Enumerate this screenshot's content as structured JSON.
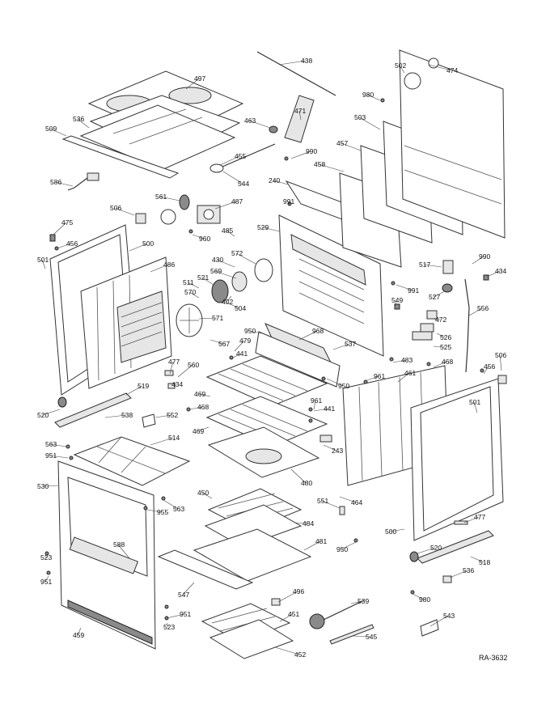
{
  "diagram": {
    "reference_code": "RA-3632",
    "callouts": [
      "438",
      "474",
      "502",
      "497",
      "980",
      "471",
      "503",
      "536",
      "463",
      "509",
      "455",
      "457",
      "990",
      "458",
      "544",
      "240",
      "586",
      "561",
      "487",
      "991",
      "506",
      "475",
      "485",
      "529",
      "456",
      "960",
      "500",
      "501",
      "572",
      "486",
      "430",
      "569",
      "511",
      "521",
      "570",
      "402",
      "504",
      "571",
      "517",
      "990",
      "434",
      "991",
      "549",
      "527",
      "472",
      "556",
      "567",
      "950",
      "968",
      "526",
      "479",
      "537",
      "525",
      "441",
      "477",
      "560",
      "483",
      "468",
      "506",
      "434",
      "456",
      "950",
      "961",
      "461",
      "469",
      "519",
      "468",
      "441",
      "961",
      "520",
      "538",
      "552",
      "501",
      "469",
      "243",
      "563",
      "514",
      "951",
      "480",
      "530",
      "450",
      "563",
      "551",
      "464",
      "955",
      "477",
      "484",
      "588",
      "481",
      "500",
      "520",
      "950",
      "523",
      "518",
      "536",
      "951",
      "547",
      "496",
      "539",
      "980",
      "951",
      "451",
      "523",
      "459",
      "543",
      "545",
      "452"
    ]
  }
}
